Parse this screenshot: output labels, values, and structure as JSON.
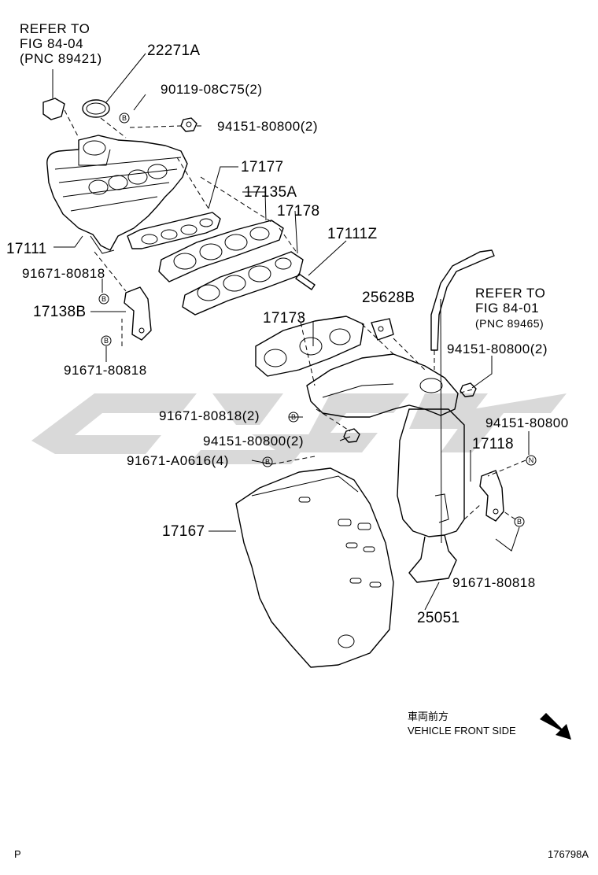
{
  "refs": {
    "fig_84_04": {
      "line1": "REFER TO",
      "line2": "FIG 84-04",
      "line3": "(PNC 89421)"
    },
    "fig_84_01": {
      "line1": "REFER TO",
      "line2": "FIG 84-01",
      "line3": "(PNC 89465)"
    }
  },
  "parts": {
    "p22271A": "22271A",
    "p90119": "90119-08C75(2)",
    "p94151_top": "94151-80800(2)",
    "p17177": "17177",
    "p17135A": "17135A",
    "p17178": "17178",
    "p17111": "17111",
    "p17111Z": "17111Z",
    "p91671_a": "91671-80818",
    "p17138B": "17138B",
    "p91671_b": "91671-80818",
    "p25628B": "25628B",
    "p17173": "17173",
    "p94151_right": "94151-80800(2)",
    "p91671_c": "91671-80818(2)",
    "p94151_mid": "94151-80800(2)",
    "p91671_A0616": "91671-A0616(4)",
    "p94151_single": "94151-80800",
    "p17118": "17118",
    "p17167": "17167",
    "p91671_d": "91671-80818",
    "p25051": "25051"
  },
  "badges": {
    "b": "B",
    "n": "N"
  },
  "orientation": {
    "jp": "車両前方",
    "en": "VEHICLE FRONT SIDE"
  },
  "footer": {
    "left": "P",
    "right": "176798A"
  }
}
